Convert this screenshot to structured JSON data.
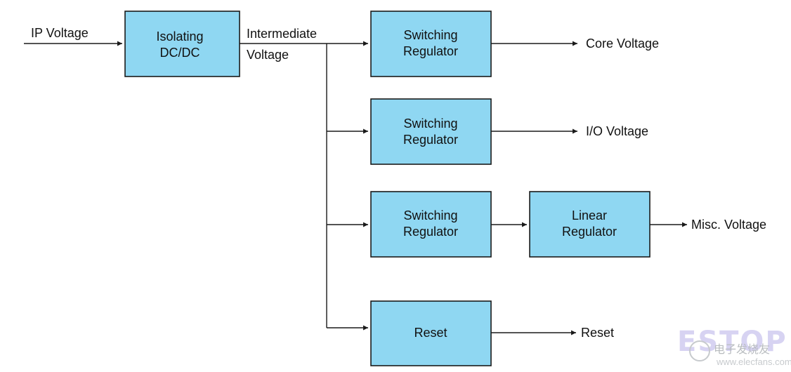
{
  "input_label": "IP Voltage",
  "intermediate_label": [
    "Intermediate",
    "Voltage"
  ],
  "blocks": {
    "isolating": [
      "Isolating",
      "DC/DC"
    ],
    "sw1": [
      "Switching",
      "Regulator"
    ],
    "sw2": [
      "Switching",
      "Regulator"
    ],
    "sw3": [
      "Switching",
      "Regulator"
    ],
    "linear": [
      "Linear",
      "Regulator"
    ],
    "reset": [
      "Reset"
    ]
  },
  "outputs": {
    "core": "Core Voltage",
    "io": "I/O Voltage",
    "misc": "Misc. Voltage",
    "reset": "Reset"
  },
  "watermark": {
    "logo": "ESTOP",
    "cn": "电子发烧友",
    "url": "www.elecfans.com"
  },
  "colors": {
    "block_fill": "#8fd7f2",
    "line": "#1a1a1a"
  }
}
